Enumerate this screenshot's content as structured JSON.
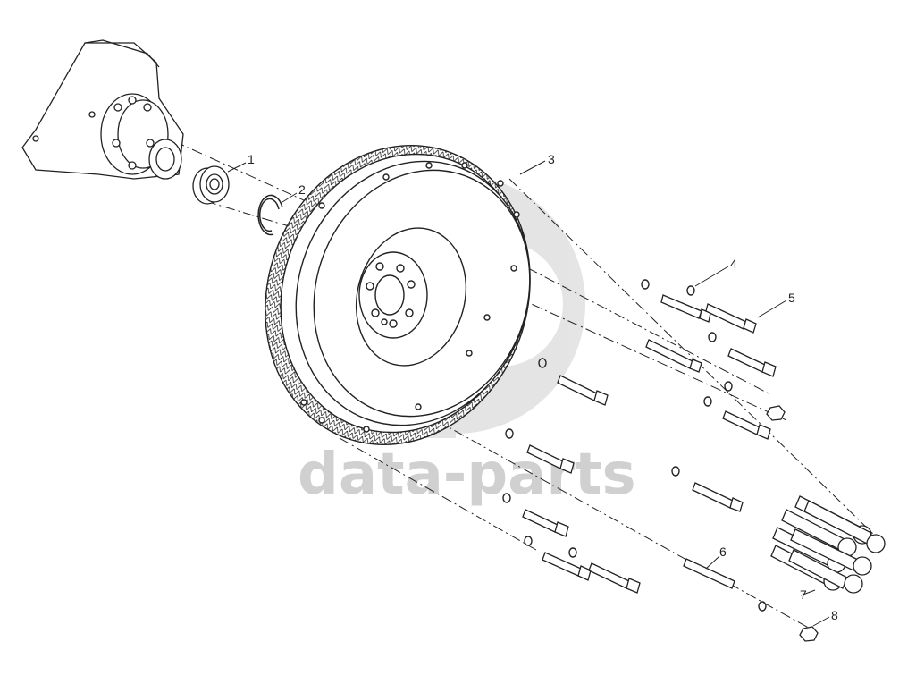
{
  "watermark": {
    "text": "data-parts",
    "color": "#cfcfcf"
  },
  "callouts": [
    "1",
    "2",
    "3",
    "4",
    "5",
    "6",
    "7",
    "8"
  ],
  "colors": {
    "line": "#222222",
    "part_fill": "#ffffff",
    "shade": "#e6e6e6"
  }
}
